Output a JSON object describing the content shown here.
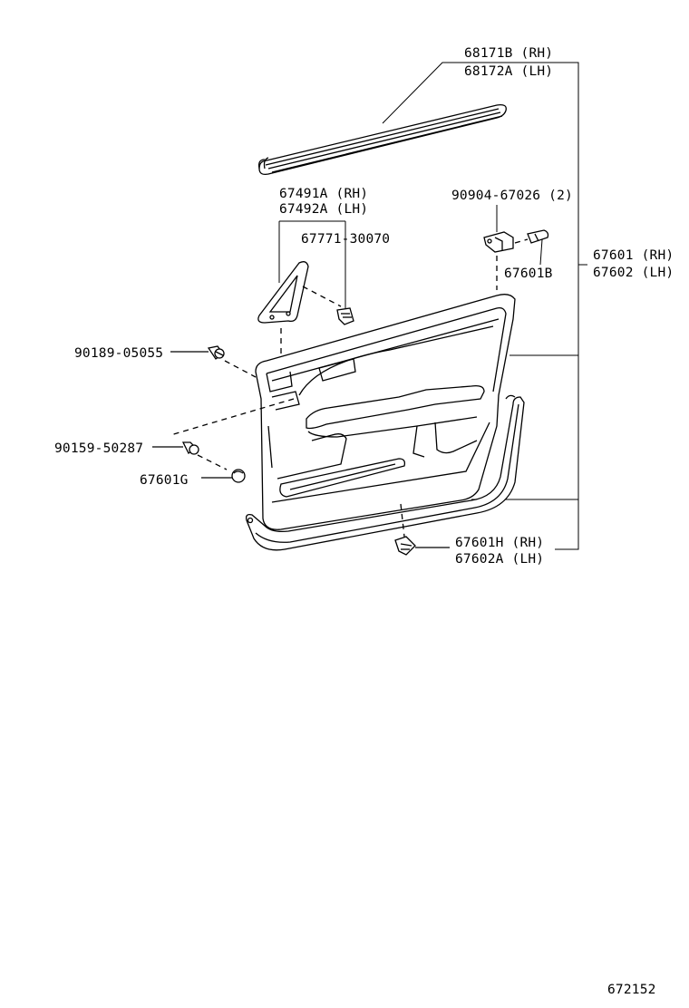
{
  "labels": {
    "strip_rh": "68171B (RH)",
    "strip_lh": "68172A (LH)",
    "cover_rh": "67491A (RH)",
    "cover_lh": "67492A (LH)",
    "cover_clip": "67771-30070",
    "screw_qty": "90904-67026 (2)",
    "clip_b": "67601B",
    "panel_rh": "67601 (RH)",
    "panel_lh": "67602 (LH)",
    "screw_upper": "90189-05055",
    "screw_lower": "90159-50287",
    "cap_g": "67601G",
    "clip_h_rh": "67601H (RH)",
    "clip_h_lh": "67602A (LH)",
    "figure_number": "672152"
  }
}
